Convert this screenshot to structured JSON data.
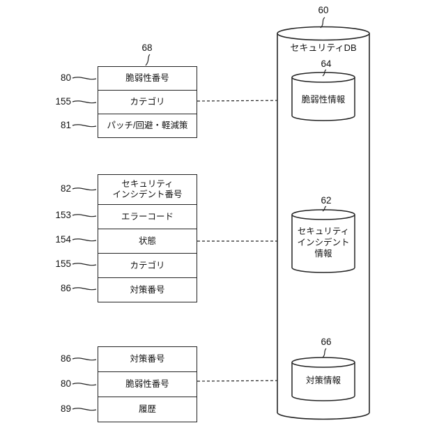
{
  "figure": {
    "db": {
      "ref": "60",
      "label": "セキュリティDB"
    },
    "stores": [
      {
        "ref": "64",
        "label": "脆弱性情報"
      },
      {
        "ref": "62",
        "label": "セキュリティ\nインシデント\n情報"
      },
      {
        "ref": "66",
        "label": "対策情報"
      }
    ],
    "tables": [
      {
        "ref": "68",
        "rows": [
          {
            "ref": "80",
            "label": "脆弱性番号"
          },
          {
            "ref": "155",
            "label": "カテゴリ"
          },
          {
            "ref": "81",
            "label": "パッチ/回避・軽減策"
          }
        ]
      },
      {
        "rows": [
          {
            "ref": "82",
            "label": "セキュリティ\nインシデント番号"
          },
          {
            "ref": "153",
            "label": "エラーコード"
          },
          {
            "ref": "154",
            "label": "状態"
          },
          {
            "ref": "155",
            "label": "カテゴリ"
          },
          {
            "ref": "86",
            "label": "対策番号"
          }
        ]
      },
      {
        "rows": [
          {
            "ref": "86",
            "label": "対策番号"
          },
          {
            "ref": "80",
            "label": "脆弱性番号"
          },
          {
            "ref": "89",
            "label": "履歴"
          }
        ]
      }
    ]
  }
}
